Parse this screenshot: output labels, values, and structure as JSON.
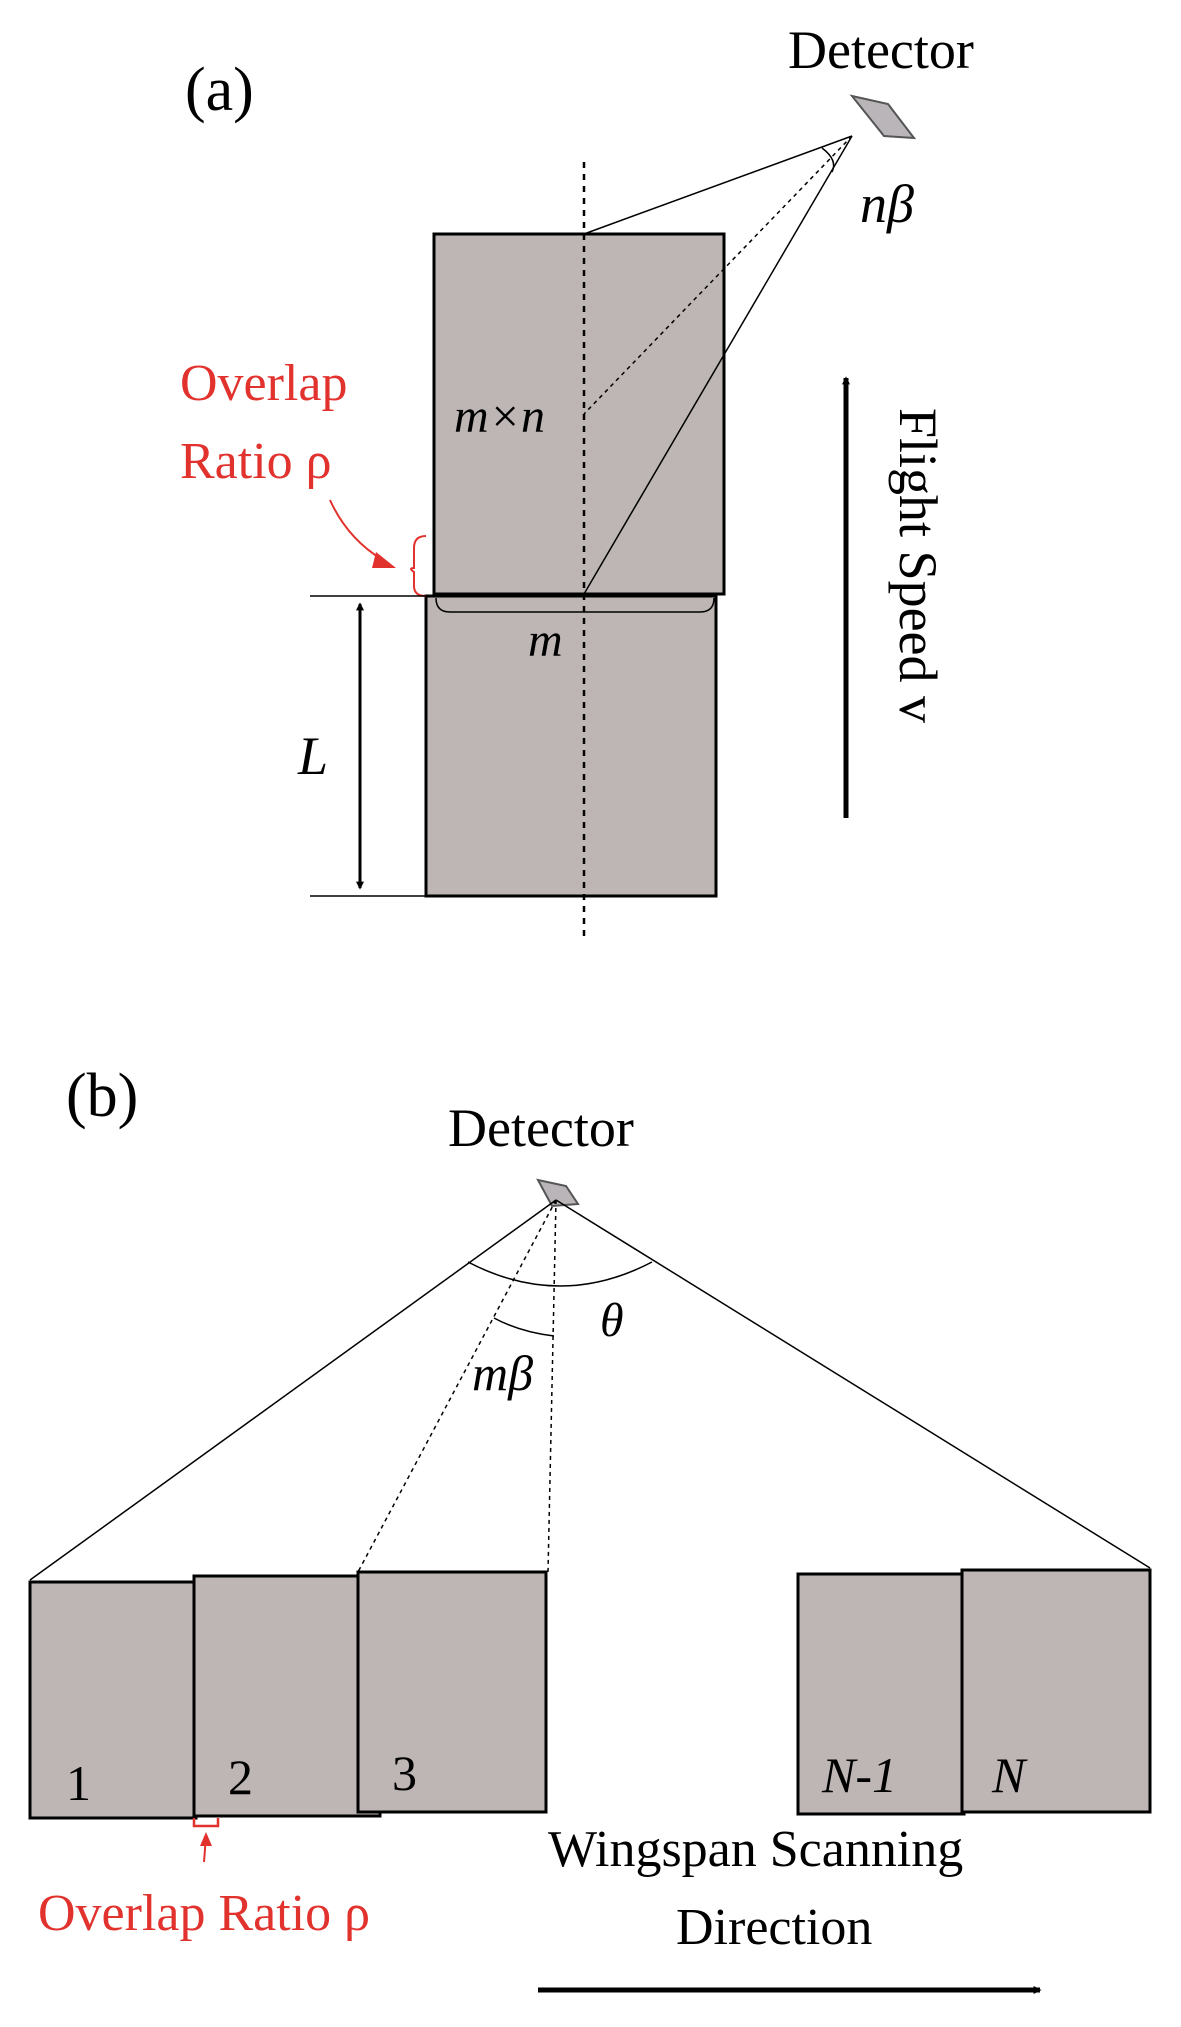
{
  "panel_a": {
    "label": "(a)",
    "detector_label": "Detector",
    "angle_label": "nβ",
    "overlap_label_line1": "Overlap",
    "overlap_label_line2": "Ratio ρ",
    "frame_label": "m×n",
    "width_label": "m",
    "length_label": "L",
    "speed_label": "Flight Speed v"
  },
  "panel_b": {
    "label": "(b)",
    "detector_label": "Detector",
    "fov_label": "θ",
    "angle_label": "mβ",
    "frames": [
      "1",
      "2",
      "3",
      "N-1",
      "N"
    ],
    "overlap_label": "Overlap Ratio ρ",
    "scan_label_line1": "Wingspan Scanning",
    "scan_label_line2": "Direction"
  },
  "colors": {
    "frame_fill": "#bdb6b4",
    "detector_fill": "#b9b5b8",
    "accent_red": "#e2322e"
  }
}
